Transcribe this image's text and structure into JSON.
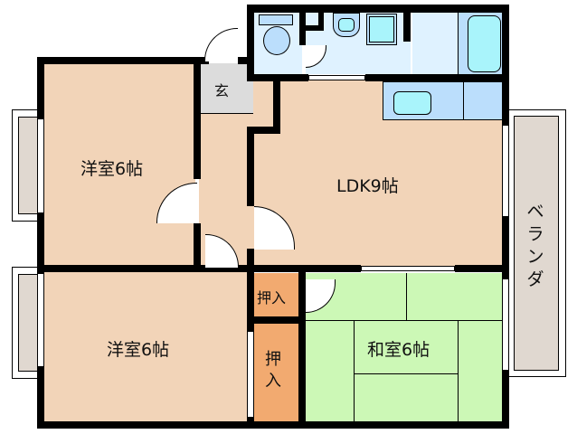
{
  "floorplan": {
    "rooms": [
      {
        "id": "western-room-1",
        "label": "洋室6帖",
        "type": "western",
        "color": "#f2d4b8"
      },
      {
        "id": "western-room-2",
        "label": "洋室6帖",
        "type": "western",
        "color": "#f2d4b8"
      },
      {
        "id": "ldk",
        "label": "LDK9帖",
        "type": "ldk",
        "color": "#f2d4b8"
      },
      {
        "id": "japanese-room",
        "label": "和室6帖",
        "type": "tatami",
        "color": "#ccf8b6"
      },
      {
        "id": "entrance",
        "label": "玄",
        "type": "genkan",
        "color": "#dcdcdc"
      },
      {
        "id": "closet-1",
        "label": "押入",
        "type": "closet",
        "color": "#f2aa70"
      },
      {
        "id": "closet-2",
        "label": "押入",
        "type": "closet",
        "color": "#f2aa70"
      },
      {
        "id": "veranda",
        "label": "ベランダ",
        "type": "balcony",
        "color": "#e0d8d0"
      }
    ],
    "wet_area": {
      "toilet_color": "#dff2ff",
      "fixture_color": "#bbdefc",
      "fixture_inner": "#a9f4fb"
    },
    "colors": {
      "wall": "#000000",
      "background": "#ffffff"
    }
  }
}
